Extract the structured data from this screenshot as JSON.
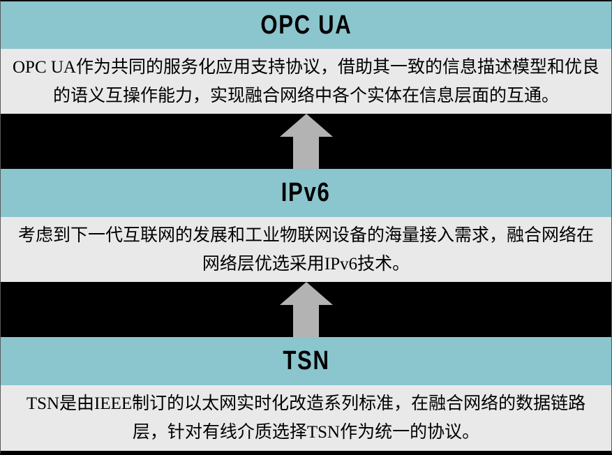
{
  "diagram": {
    "type": "protocol-stack",
    "colors": {
      "layer_header_bg": "#8bc5ce",
      "description_bg": "#e9e9e9",
      "separator_bg": "#000000",
      "arrow_fill": "#b3b3b3",
      "text": "#000000"
    },
    "layers": [
      {
        "id": "opc-ua",
        "title": "OPC UA",
        "description": "OPC UA作为共同的服务化应用支持协议，借助其一致的信息描述模型和优良的语义互操作能力，实现融合网络中各个实体在信息层面的互通。"
      },
      {
        "id": "ipv6",
        "title": "IPv6",
        "description": "考虑到下一代互联网的发展和工业物联网设备的海量接入需求，融合网络在网络层优选采用IPv6技术。"
      },
      {
        "id": "tsn",
        "title": "TSN",
        "description": "TSN是由IEEE制订的以太网实时化改造系列标准，在融合网络的数据链路层，针对有线介质选择TSN作为统一的协议。"
      }
    ],
    "arrows": [
      {
        "name": "arrow-ipv6-to-opcua",
        "direction": "up"
      },
      {
        "name": "arrow-tsn-to-ipv6",
        "direction": "up"
      }
    ]
  }
}
